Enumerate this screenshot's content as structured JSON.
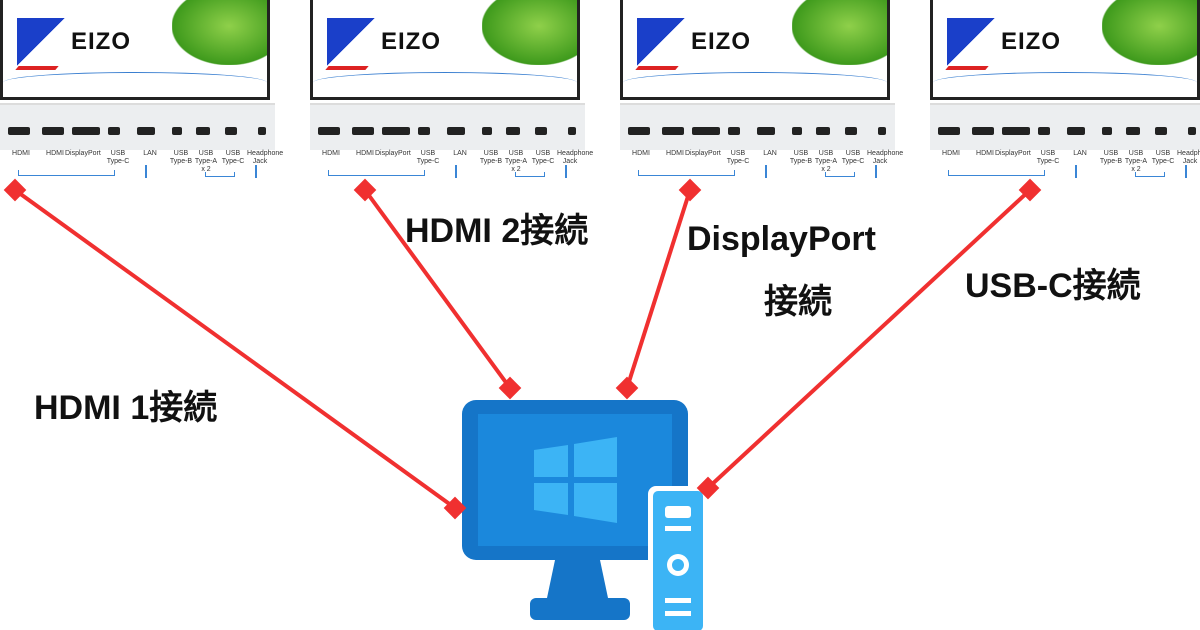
{
  "monitor": {
    "brand": "EIZO",
    "ports": [
      "HDMI",
      "HDMI",
      "DisplayPort",
      "USB Type-C",
      "LAN",
      "USB Type-B",
      "USB Type-A x 2",
      "USB Type-C",
      "Headphone Jack"
    ]
  },
  "connections": [
    {
      "label": "HDMI 1接続"
    },
    {
      "label": "HDMI 2接続"
    },
    {
      "label_line1": "DisplayPort",
      "label_line2": "接続"
    },
    {
      "label": "USB-C接続"
    }
  ],
  "colors": {
    "line": "#f03030",
    "pc": "#1575c8",
    "pc_screen": "#1a8ae0",
    "windows": "#3cb4f5"
  },
  "icons": [
    "eizo-logo",
    "windows-pc-icon"
  ]
}
